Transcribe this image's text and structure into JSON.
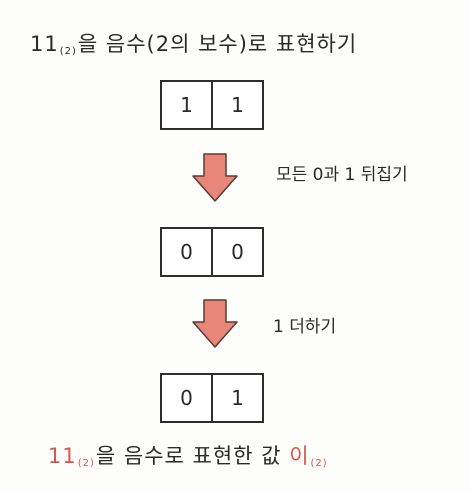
{
  "title": {
    "number": "11",
    "base": "(2)",
    "text": "을 음수(2의 보수)로 표현하기"
  },
  "boxes": [
    {
      "bits": [
        "1",
        "1"
      ]
    },
    {
      "bits": [
        "0",
        "0"
      ]
    },
    {
      "bits": [
        "0",
        "1"
      ]
    }
  ],
  "steps": [
    {
      "label": "모든 0과 1 뒤집기"
    },
    {
      "label": "1 더하기"
    }
  ],
  "result": {
    "number": "11",
    "base": "(2)",
    "text": "을 음수로 표현한 값",
    "value_prefix": "이",
    "value_base": "(2)"
  },
  "colors": {
    "arrow": "#e8867a",
    "arrow_stroke": "#5a3b36",
    "accent": "#d6574a"
  }
}
